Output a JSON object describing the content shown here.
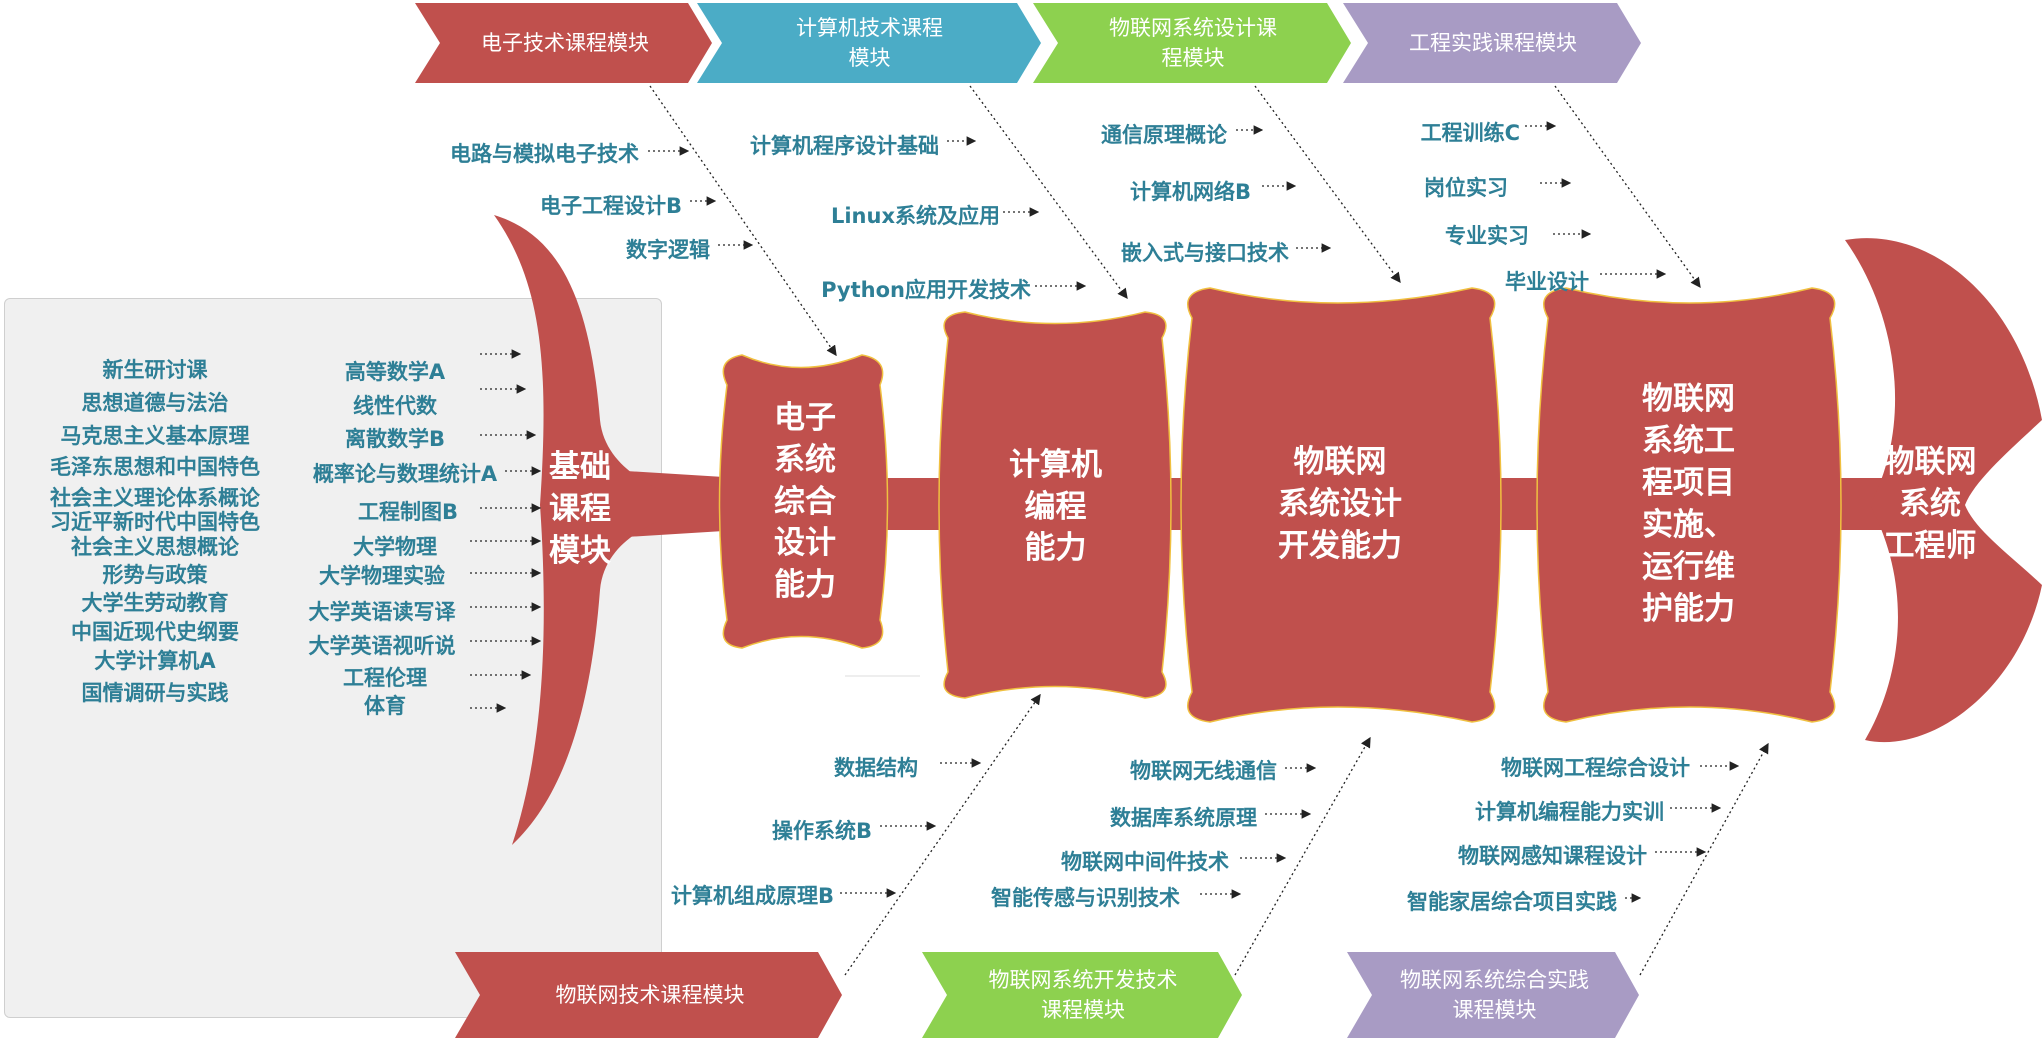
{
  "top_modules": [
    {
      "label": "电子技术课程模块",
      "color": "#c0504d"
    },
    {
      "label": "计算机技术课程\n模块",
      "color": "#4bacc6"
    },
    {
      "label": "物联网系统设计课\n程模块",
      "color": "#8dd14f"
    },
    {
      "label": "工程实践课程模块",
      "color": "#a89bc4"
    }
  ],
  "bottom_modules": [
    {
      "label": "物联网技术课程模块",
      "color": "#c0504d"
    },
    {
      "label": "物联网系统开发技术\n课程模块",
      "color": "#8dd14f"
    },
    {
      "label": "物联网系统综合实践\n课程模块",
      "color": "#a89bc4"
    }
  ],
  "capability_nodes": [
    "电子\n系统\n综合\n设计\n能力",
    "计算机\n编程\n能力",
    "物联网\n系统设计\n开发能力",
    "物联网\n系统工\n程项目\n实施、\n运行维\n护能力"
  ],
  "base_module": "基础\n课程\n模块",
  "goal": "物联网\n系统\n工程师",
  "base_courses_col1": [
    "新生研讨课",
    "思想道德与法治",
    "马克思主义基本原理",
    "毛泽东思想和中国特色",
    "社会主义理论体系概论",
    "习近平新时代中国特色",
    "社会主义思想概论",
    "形势与政策",
    "大学生劳动教育",
    "中国近现代史纲要",
    "大学计算机A",
    "国情调研与实践"
  ],
  "base_courses_col2": [
    "高等数学A",
    "线性代数",
    "离散数学B",
    "概率论与数理统计A",
    "工程制图B",
    "大学物理",
    "大学物理实验",
    "大学英语读写译",
    "大学英语视听说",
    "工程伦理",
    "体育"
  ],
  "electronics_courses": [
    "电路与模拟电子技术",
    "电子工程设计B",
    "数字逻辑"
  ],
  "computer_courses": [
    "计算机程序设计基础",
    "Linux系统及应用",
    "Python应用开发技术"
  ],
  "iot_design_courses": [
    "通信原理概论",
    "计算机网络B",
    "嵌入式与接口技术"
  ],
  "practice_courses": [
    "工程训练C",
    "岗位实习",
    "专业实习",
    "毕业设计"
  ],
  "iot_tech_courses": [
    "数据结构",
    "操作系统B",
    "计算机组成原理B"
  ],
  "iot_dev_courses": [
    "物联网无线通信",
    "数据库系统原理",
    "物联网中间件技术",
    "智能传感与识别技术"
  ],
  "iot_practice_courses": [
    "物联网工程综合设计",
    "计算机编程能力实训",
    "物联网感知课程设计",
    "智能家居综合项目实践"
  ],
  "colors": {
    "fish_red": "#c0504d",
    "node_border": "#f0c040",
    "label_teal": "#2e7f96",
    "panel_gray": "#f0f0f0"
  }
}
